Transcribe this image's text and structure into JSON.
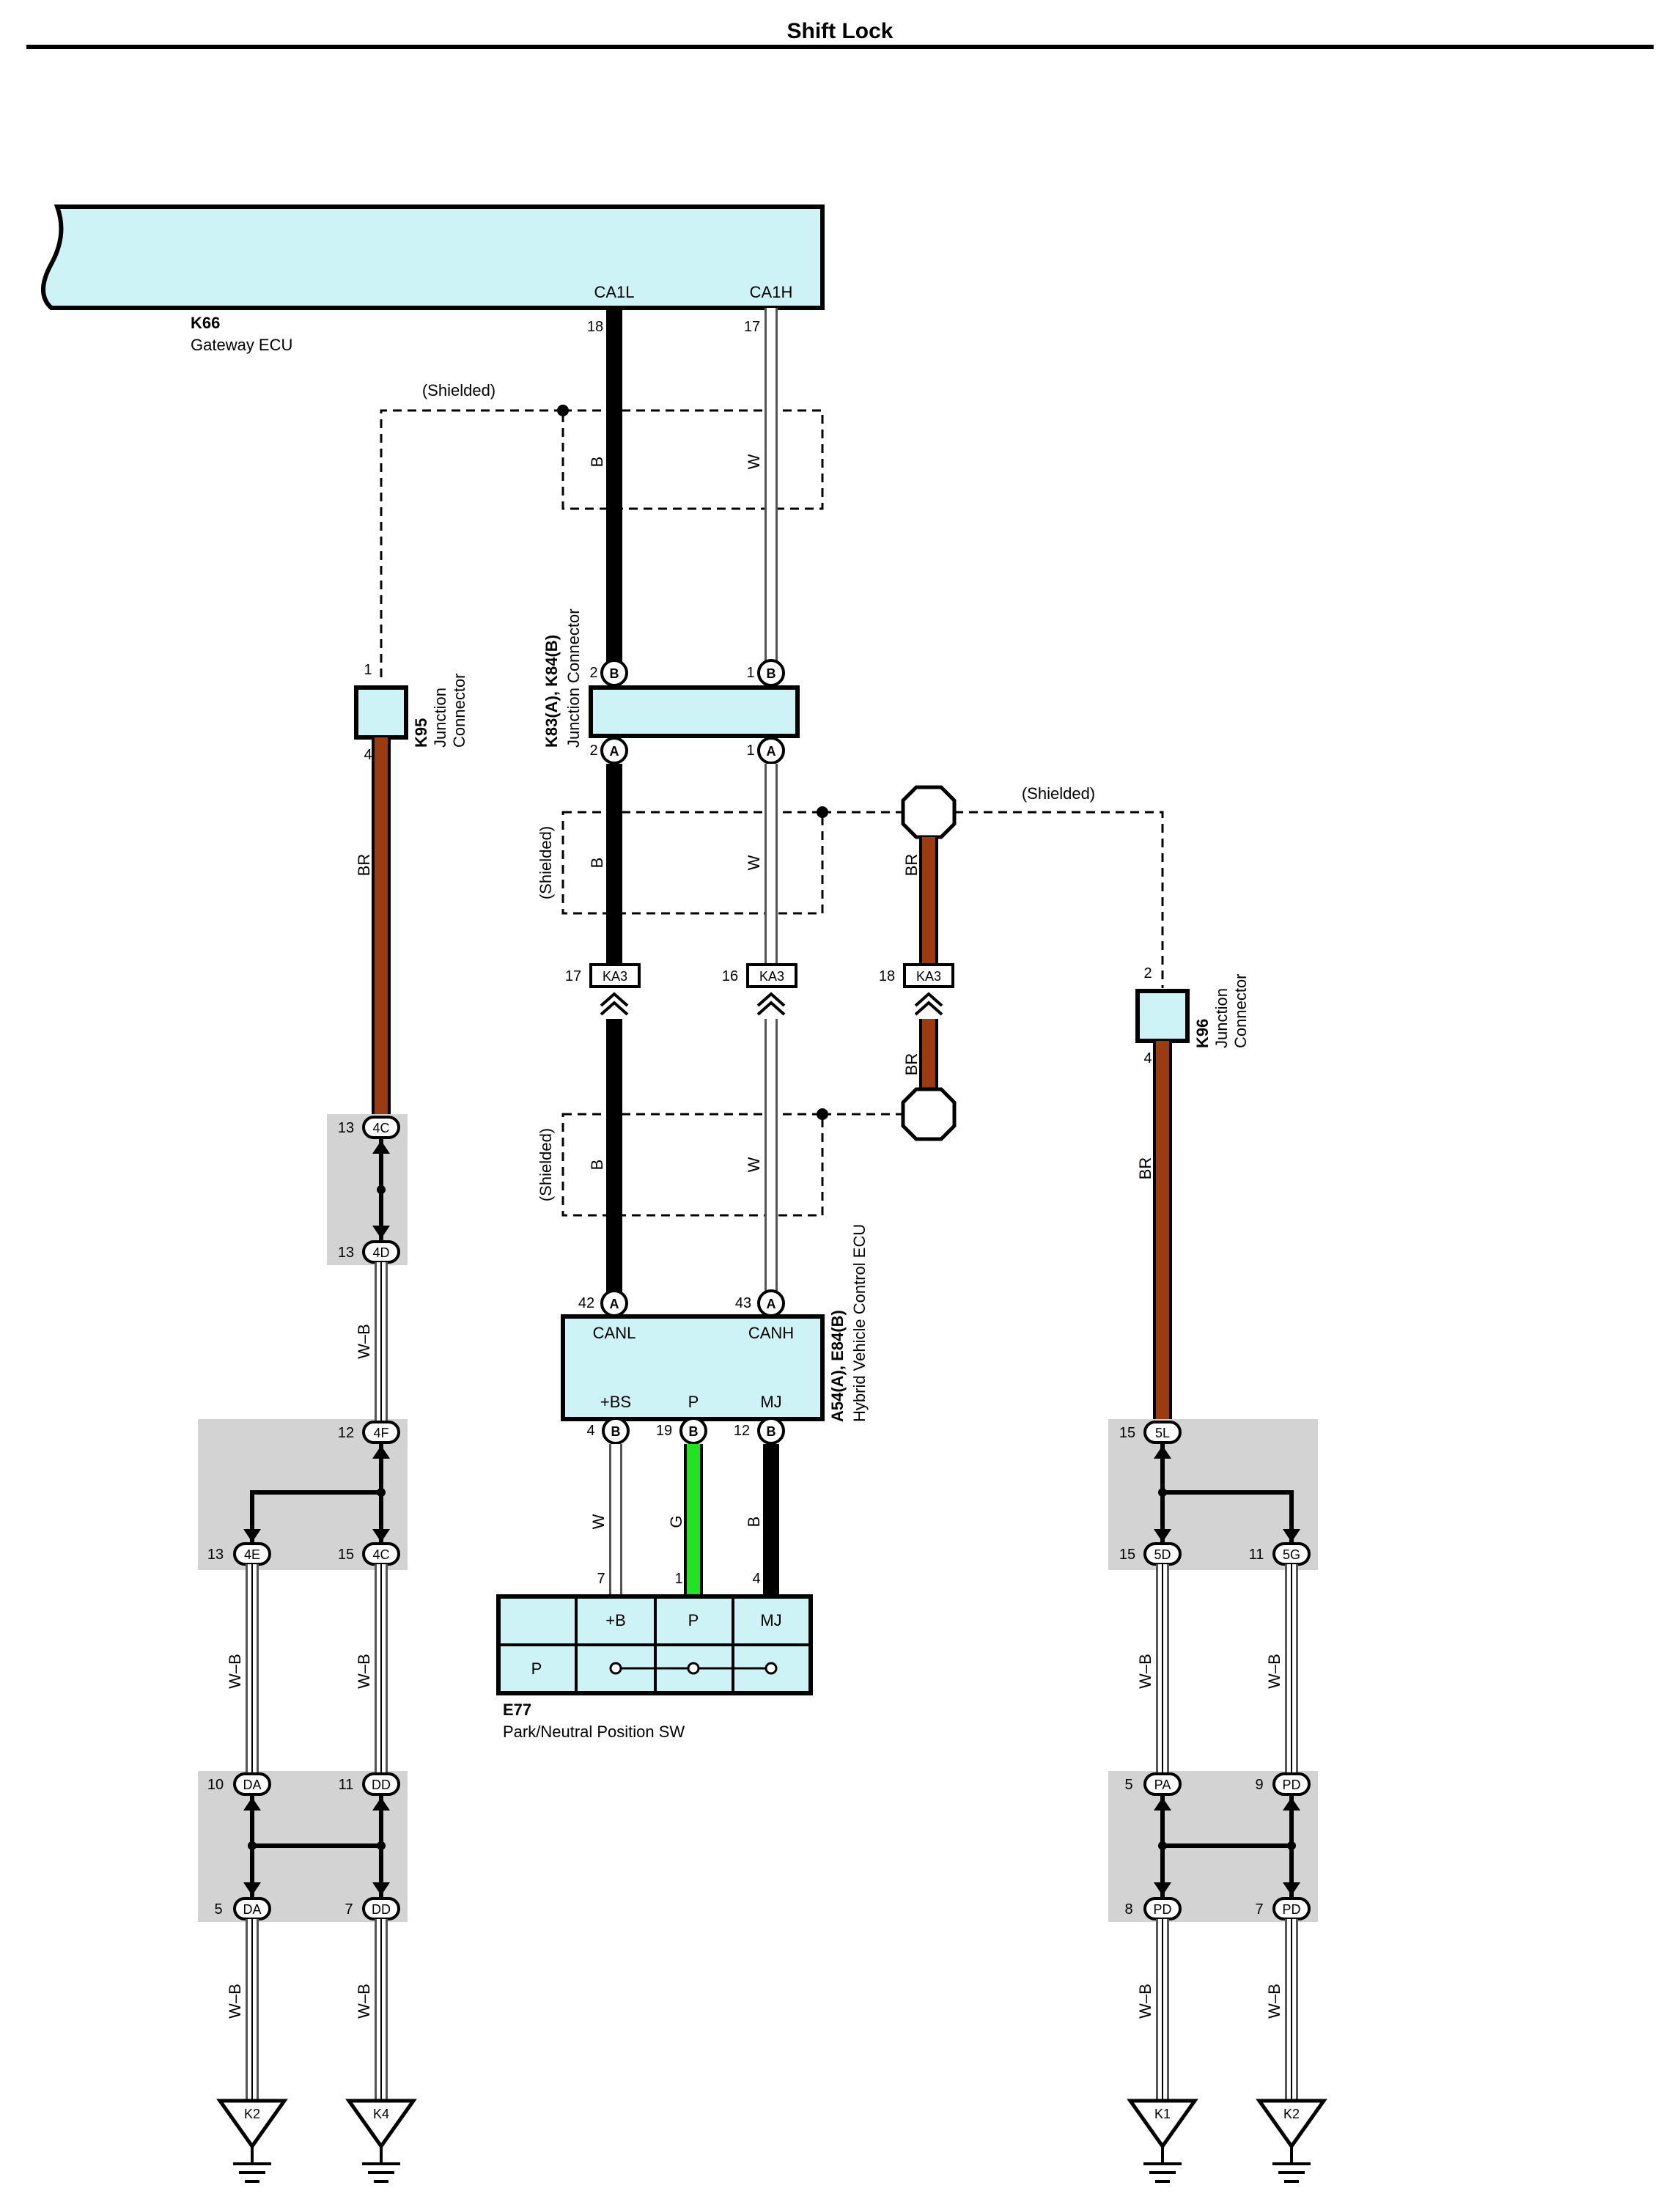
{
  "title": "Shift Lock",
  "components": {
    "k66": {
      "code": "K66",
      "name": "Gateway ECU",
      "pin_ca1l": "CA1L",
      "pin_ca1h": "CA1H",
      "num_ca1l": "18",
      "num_ca1h": "17"
    },
    "k95": {
      "code": "K95",
      "line1": "Junction",
      "line2": "Connector",
      "pin_top": "1",
      "pin_bottom": "4"
    },
    "k83": {
      "code": "K83(A), K84(B)",
      "name": "Junction Connector",
      "pin_tl": "2",
      "pin_tr": "1",
      "pin_bl": "2",
      "pin_br": "1",
      "letter_b": "B",
      "letter_a": "A"
    },
    "k96": {
      "code": "K96",
      "line1": "Junction",
      "line2": "Connector",
      "pin_top": "2",
      "pin_bottom": "4"
    },
    "a54": {
      "code": "A54(A), E84(B)",
      "name": "Hybrid Vehicle Control ECU",
      "canl": "CANL",
      "canh": "CANH",
      "bs": "+BS",
      "p": "P",
      "mj": "MJ",
      "num_canl": "42",
      "num_canh": "43",
      "num_bs": "4",
      "num_p": "19",
      "num_mj": "12",
      "letter_a": "A",
      "letter_b": "B"
    },
    "e77": {
      "code": "E77",
      "name": "Park/Neutral Position SW",
      "col_b": "+B",
      "col_p": "P",
      "col_mj": "MJ",
      "row_p": "P",
      "num_b": "7",
      "num_p": "1",
      "num_mj": "4"
    }
  },
  "shield_label": "(Shielded)",
  "wire_colors": {
    "b": "B",
    "w": "W",
    "br": "BR",
    "g": "G",
    "wb": "W–B"
  },
  "ka3": {
    "label": "KA3",
    "pin_17": "17",
    "pin_16": "16",
    "pin_18": "18"
  },
  "junctions": {
    "j4c_top": {
      "label": "4C",
      "pin": "13"
    },
    "j4d": {
      "label": "4D",
      "pin": "13"
    },
    "j4f": {
      "label": "4F",
      "pin": "12"
    },
    "j4e": {
      "label": "4E",
      "pin": "13"
    },
    "j4c_bot": {
      "label": "4C",
      "pin": "15"
    },
    "jda_top": {
      "label": "DA",
      "pin": "10"
    },
    "jdd_top": {
      "label": "DD",
      "pin": "11"
    },
    "jda_bot": {
      "label": "DA",
      "pin": "5"
    },
    "jdd_bot": {
      "label": "DD",
      "pin": "7"
    },
    "j5l": {
      "label": "5L",
      "pin": "15"
    },
    "j5d": {
      "label": "5D",
      "pin": "15"
    },
    "j5g": {
      "label": "5G",
      "pin": "11"
    },
    "jpa": {
      "label": "PA",
      "pin": "5"
    },
    "jpd_top": {
      "label": "PD",
      "pin": "9"
    },
    "jpd_bl": {
      "label": "PD",
      "pin": "8"
    },
    "jpd_br": {
      "label": "PD",
      "pin": "7"
    }
  },
  "grounds": {
    "g1": "K2",
    "g2": "K4",
    "g3": "K1",
    "g4": "K2"
  },
  "colors": {
    "connector_fill": "#cdf3f6",
    "brown": "#9a3b12",
    "green": "#22e222",
    "splice_grey": "#d3d3d3"
  }
}
